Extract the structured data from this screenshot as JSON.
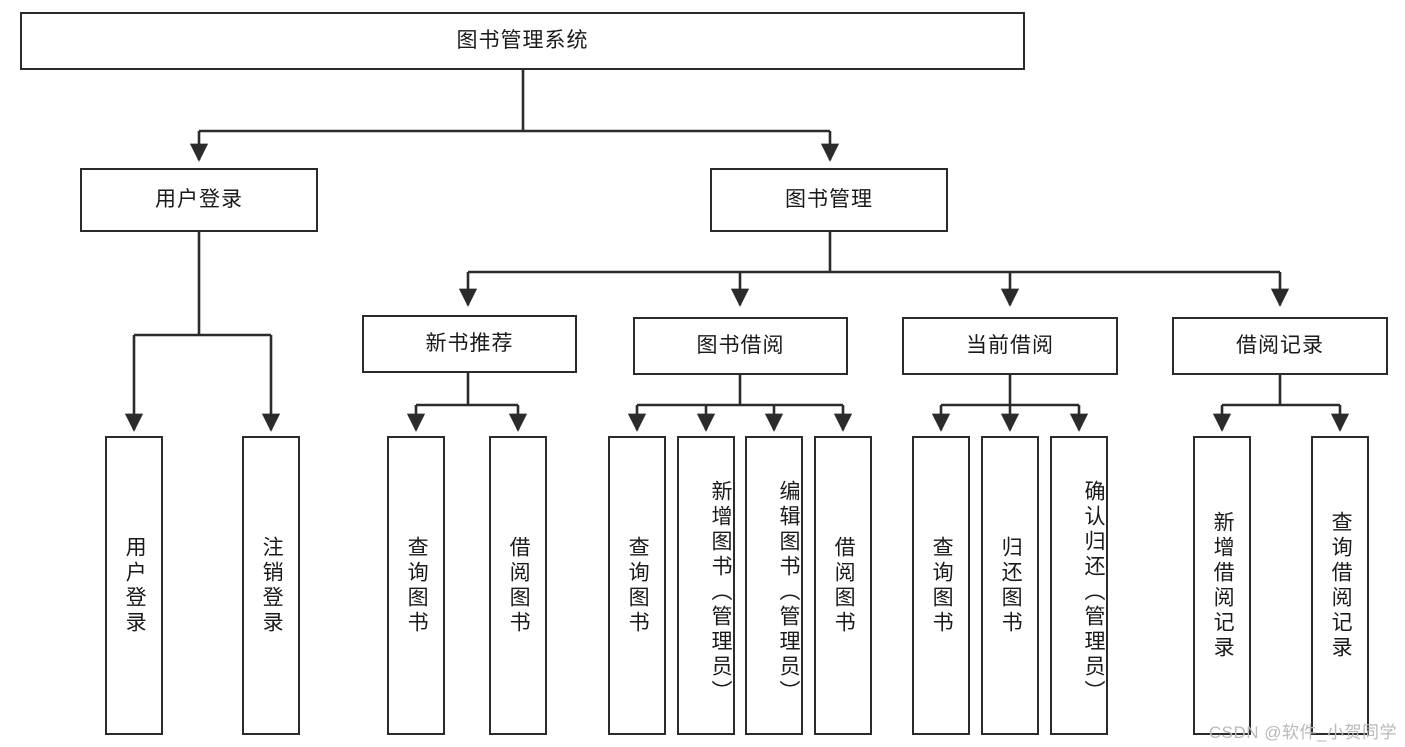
{
  "diagram": {
    "title": "图书管理系统",
    "type": "tree-hierarchy",
    "orientation": "top-down",
    "colors": {
      "box_border": "#2b2b2b",
      "box_fill": "#ffffff",
      "edge": "#2b2b2b",
      "text": "#1a1a1a",
      "watermark": "#b9b9b9"
    }
  },
  "root": {
    "label": "图书管理系统"
  },
  "level2": [
    {
      "label": "用户登录"
    },
    {
      "label": "图书管理"
    }
  ],
  "level3": [
    {
      "label": "新书推荐"
    },
    {
      "label": "图书借阅"
    },
    {
      "label": "当前借阅"
    },
    {
      "label": "借阅记录"
    }
  ],
  "leaves": {
    "user_login": [
      {
        "label": "用户登录"
      },
      {
        "label": "注销登录"
      }
    ],
    "new_book_recommend": [
      {
        "label": "查询图书"
      },
      {
        "label": "借阅图书"
      }
    ],
    "book_borrow": [
      {
        "label": "查询图书"
      },
      {
        "label": "新增图书（管理员）"
      },
      {
        "label": "编辑图书（管理员）"
      },
      {
        "label": "借阅图书"
      }
    ],
    "current_borrow": [
      {
        "label": "查询图书"
      },
      {
        "label": "归还图书"
      },
      {
        "label": "确认归还（管理员）"
      }
    ],
    "borrow_record": [
      {
        "label": "新增借阅记录"
      },
      {
        "label": "查询借阅记录"
      }
    ]
  },
  "watermark": {
    "text": "CSDN @软件_小贺同学"
  }
}
